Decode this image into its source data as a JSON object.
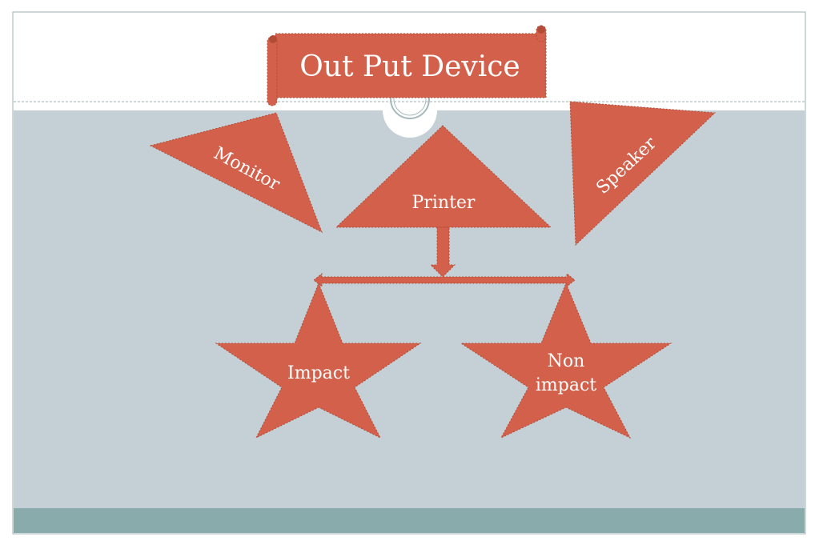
{
  "slide": {
    "title": "Out Put Device",
    "shapes": {
      "monitor": "Monitor",
      "printer": "Printer",
      "speaker": "Speaker",
      "impact": "Impact",
      "non_impact_line1": "Non",
      "non_impact_line2": "impact"
    }
  },
  "colors": {
    "shape_fill": "#D2604A",
    "shape_stroke": "#B24C38",
    "content_bg": "#C5D0D6",
    "footer_bar": "#8AABAB",
    "header_bg": "#FFFFFF"
  }
}
